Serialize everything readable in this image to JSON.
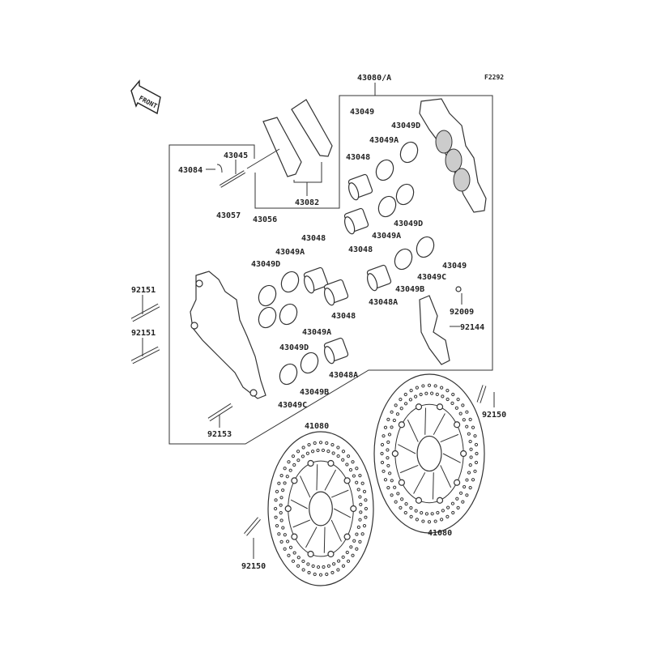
{
  "diagram": {
    "title_code": "F2292",
    "front_marker": "FRONT",
    "labels": {
      "caliper_assy": "43080/A",
      "bleeder_cap_top": "43049",
      "bleeder_cap_right": "43049",
      "seal_d_1": "43049D",
      "seal_a_1": "43049A",
      "piston_1": "43048",
      "pin": "43045",
      "clip": "43084",
      "pads": "43082",
      "pipe": "43057",
      "bleeder_valve": "43056",
      "seal_d_2": "43049D",
      "seal_a_2": "43049A",
      "piston_2": "43048",
      "piston_3": "43048",
      "seal_a_3": "43049A",
      "seal_d_3": "43049D",
      "seal_c_1": "43049C",
      "seal_b_1": "43049B",
      "piston_a_1": "43048A",
      "nut": "92009",
      "bracket": "92144",
      "bolt_1": "92151",
      "bolt_2": "92151",
      "piston_4": "43048",
      "seal_a_4": "43049A",
      "seal_d_4": "43049D",
      "piston_a_2": "43048A",
      "seal_b_2": "43049B",
      "seal_c_2": "43049C",
      "bolt_3": "92153",
      "disc_bolt_right": "92150",
      "disc_left": "41080",
      "disc_right": "41080",
      "disc_bolt_left": "92150"
    }
  }
}
